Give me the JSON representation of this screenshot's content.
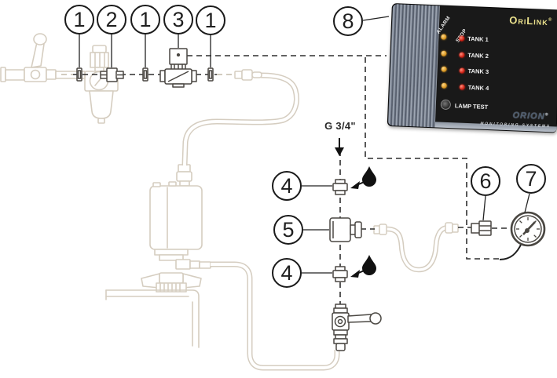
{
  "callouts": [
    {
      "label": "1"
    },
    {
      "label": "2"
    },
    {
      "label": "1"
    },
    {
      "label": "3"
    },
    {
      "label": "1"
    },
    {
      "label": "8"
    },
    {
      "label": "4"
    },
    {
      "label": "5"
    },
    {
      "label": "4"
    },
    {
      "label": "6"
    },
    {
      "label": "7"
    }
  ],
  "pipe_size_label": "G 3/4\"",
  "panel": {
    "brand": "OriLink",
    "brand_reg": "®",
    "column_headers": [
      "ALARM",
      "STOP"
    ],
    "tank_labels": [
      "TANK 1",
      "TANK 2",
      "TANK 3",
      "TANK 4"
    ],
    "lamp_test_label": "LAMP TEST",
    "logo_brand": "ORION",
    "logo_reg": "®",
    "logo_tagline": "MONITORING SYSTEMS"
  },
  "colors": {
    "panel_background": "#191919",
    "panel_ribs": "#8d95a1",
    "brand_text": "#ece28d",
    "led_alarm": "#d8951f",
    "led_stop": "#cc1f12",
    "logo_blue": "#2e6db8",
    "faded_line_art": "#d5cdc0",
    "diagram_lines": "#2e2e2e"
  }
}
